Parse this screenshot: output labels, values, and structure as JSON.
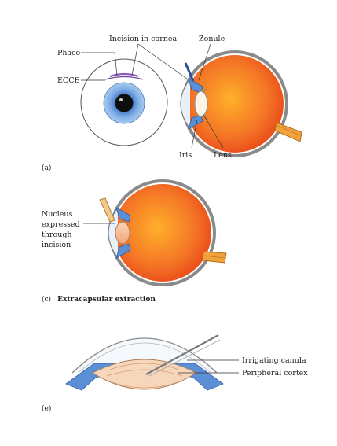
{
  "panels": {
    "a": {
      "caption": "(a)",
      "labels": {
        "phaco": "Phaco",
        "ecce": "ECCE",
        "incision": "Incision in cornea",
        "zonule": "Zonule",
        "iris": "Iris",
        "lens": "Lens"
      }
    },
    "c": {
      "caption_prefix": "(c)",
      "caption_title": "Extracapsular extraction",
      "label_lines": [
        "Nucleus",
        "expressed",
        "through",
        "incision"
      ]
    },
    "e": {
      "caption": "(e)",
      "labels": {
        "canula": "Irrigating canula",
        "cortex": "Peripheral cortex"
      }
    }
  },
  "colors": {
    "eyeball_orange": "#f05a1e",
    "eyeball_yellow": "#ffb02a",
    "iris_blue": "#5b8fd6",
    "sclera_outline": "#777777",
    "leader_line": "#333333",
    "optic_nerve": "#f2a23a",
    "lens_fill": "#fde6cf"
  }
}
